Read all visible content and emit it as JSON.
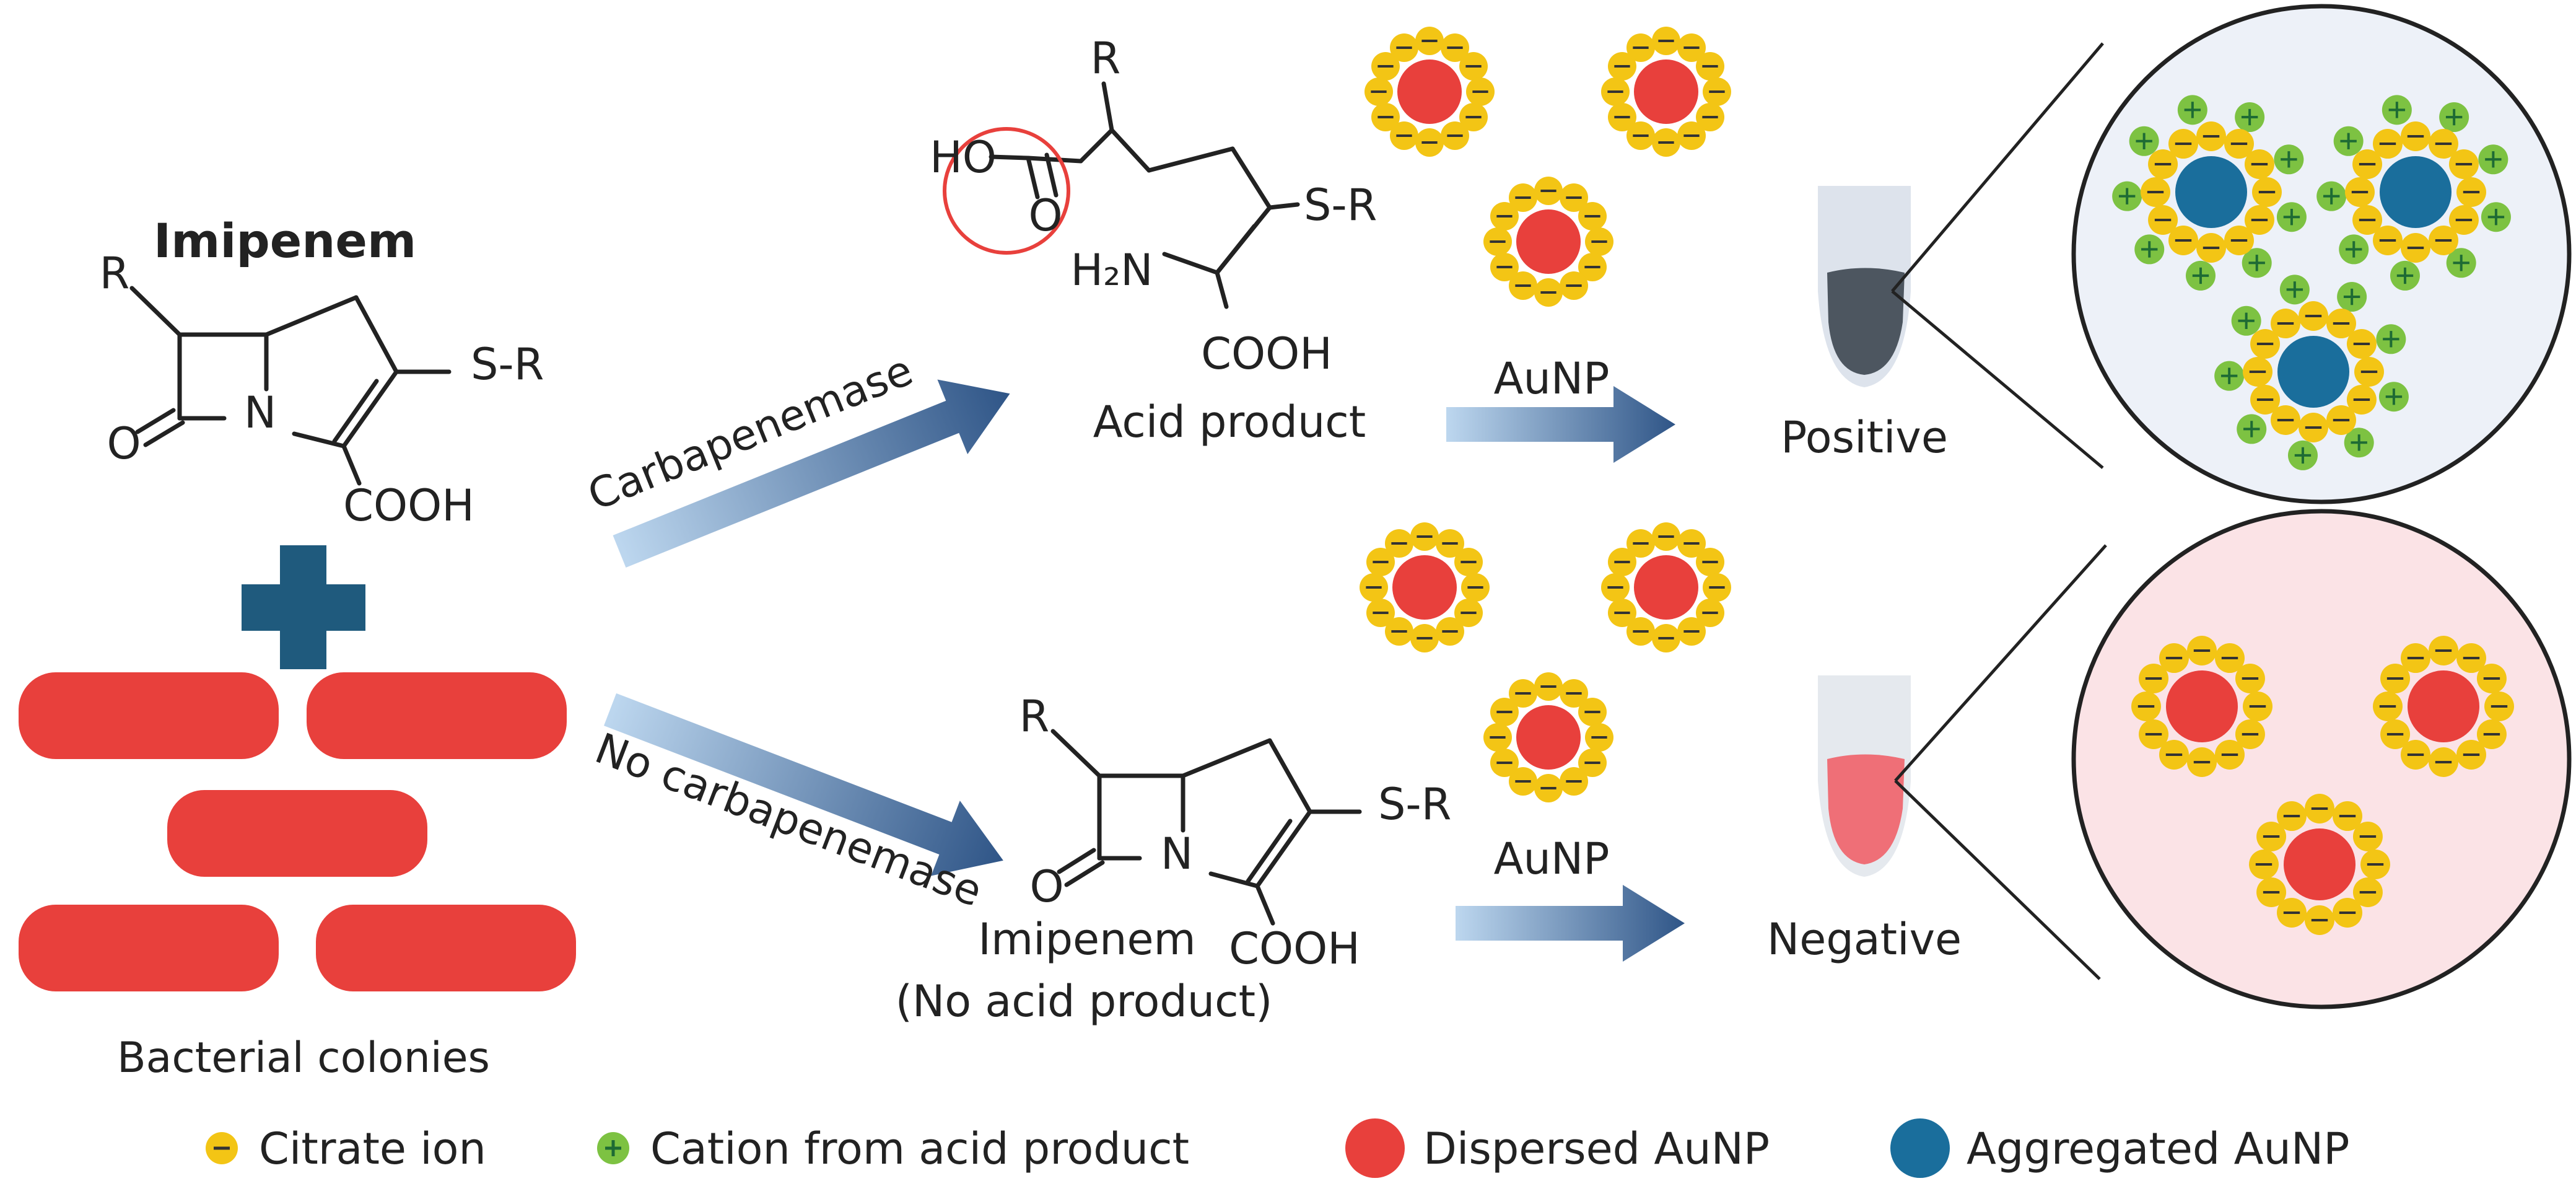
{
  "imipenem": {
    "title": "Imipenem",
    "r": "R",
    "s_r": "S-R",
    "n": "N",
    "o": "O",
    "cooh": "COOH"
  },
  "bacteria": {
    "label": "Bacterial colonies"
  },
  "arrows": {
    "top_label": "Carbapenemase",
    "bottom_label": "No carbapenemase"
  },
  "acid_product": {
    "r": "R",
    "ho": "HO",
    "o": "O",
    "s_r": "S-R",
    "h2n": "H₂N",
    "cooh": "COOH",
    "name": "Acid product"
  },
  "imipenem_product": {
    "r": "R",
    "s_r": "S-R",
    "n": "N",
    "o": "O",
    "cooh": "COOH",
    "name": "Imipenem",
    "sub": "(No acid product)"
  },
  "aunp_label_top": "AuNP",
  "aunp_label_bottom": "AuNP",
  "results": {
    "positive": "Positive",
    "negative": "Negative"
  },
  "legend": {
    "citrate": "Citrate ion",
    "cation": "Cation from acid product",
    "dispersed": "Dispersed AuNP",
    "aggregated": "Aggregated AuNP"
  },
  "colors": {
    "red": "#e8403c",
    "blue": "#1a6e9c",
    "yellow": "#f3c515",
    "green": "#7dc242",
    "plus_dark": "#1e6b34",
    "arrow_dark": "#3a5f8f",
    "arrow_light": "#b9d4ec"
  }
}
